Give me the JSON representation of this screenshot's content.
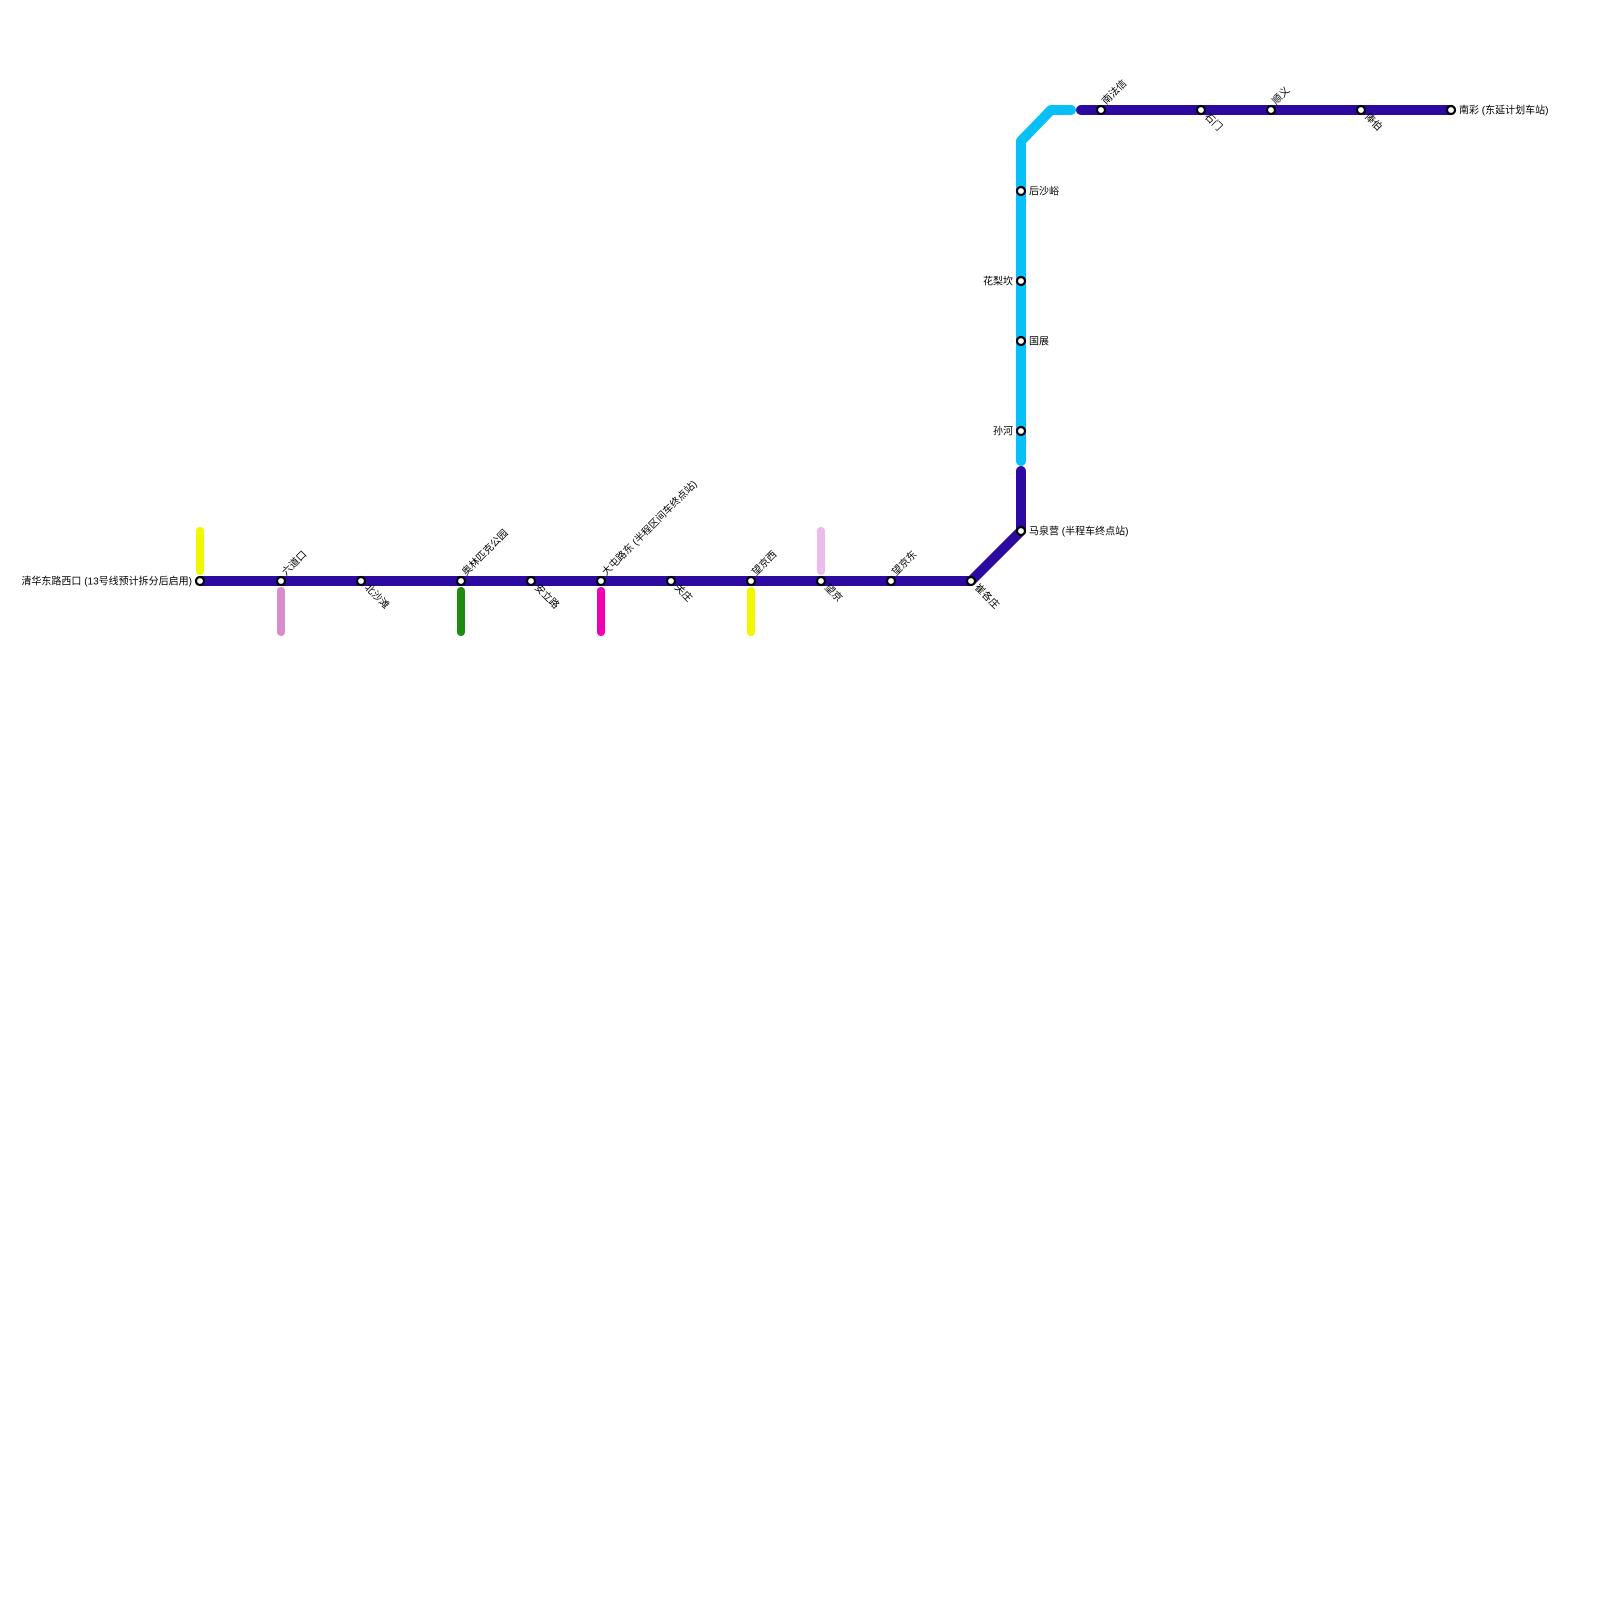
{
  "colors": {
    "background": "#ffffff",
    "main_line": "#2c0aa0",
    "branch_line": "#08c0f5",
    "stub_yellow": "#f0f800",
    "stub_orchid": "#d88ccc",
    "stub_green": "#1e8c10",
    "stub_magenta": "#f000b4",
    "stub_pink": "#ecbaec",
    "node_fill": "#ffffff",
    "node_stroke": "#000000"
  },
  "stations": [
    {
      "id": "qinghuadonglu-xikou",
      "name": "清华东路西口 (13号线预计拆分后启用)"
    },
    {
      "id": "liudaokou",
      "name": "六道口"
    },
    {
      "id": "beishatan",
      "name": "北沙滩"
    },
    {
      "id": "aolinpike-gongyuan",
      "name": "奥林匹克公园"
    },
    {
      "id": "anlilu",
      "name": "安立路"
    },
    {
      "id": "datunlu-dong",
      "name": "大屯路东 (半程区间车终点站)"
    },
    {
      "id": "guanzhuang",
      "name": "关庄"
    },
    {
      "id": "wangjing-xi",
      "name": "望京西"
    },
    {
      "id": "wangjing",
      "name": "望京"
    },
    {
      "id": "wangjing-dong",
      "name": "望京东"
    },
    {
      "id": "cuigezhuang",
      "name": "崔各庄"
    },
    {
      "id": "maquanying",
      "name": "马泉营 (半程车终点站)"
    },
    {
      "id": "sunhe",
      "name": "孙河"
    },
    {
      "id": "guozhan",
      "name": "国展"
    },
    {
      "id": "hualikan",
      "name": "花梨坎"
    },
    {
      "id": "houshayu",
      "name": "后沙峪"
    },
    {
      "id": "nanfaxin",
      "name": "南法信"
    },
    {
      "id": "shimen",
      "name": "石门"
    },
    {
      "id": "shunyi",
      "name": "顺义"
    },
    {
      "id": "fengbo",
      "name": "俸伯"
    },
    {
      "id": "nancai",
      "name": "南彩 (东延计划车站)"
    }
  ]
}
